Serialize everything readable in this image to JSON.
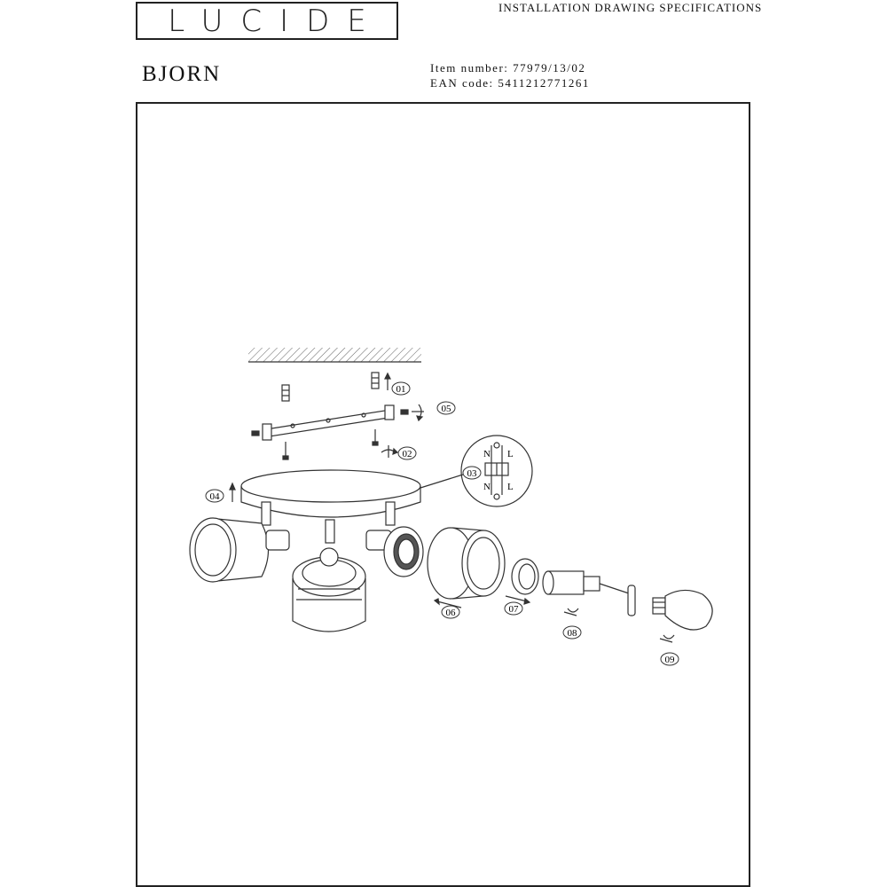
{
  "brand": {
    "logo_text": "LUCIDE"
  },
  "header": {
    "spec_title": "INSTALLATION DRAWING SPECIFICATIONS"
  },
  "product": {
    "name": "BJORN",
    "item_number": "Item number: 77979/13/02",
    "ean_code": "EAN code: 5411212771261"
  },
  "drawing": {
    "step_labels": [
      "01",
      "02",
      "03",
      "04",
      "05",
      "06",
      "07",
      "08",
      "09"
    ],
    "wire_labels": {
      "neutral": "N",
      "live": "L"
    }
  }
}
